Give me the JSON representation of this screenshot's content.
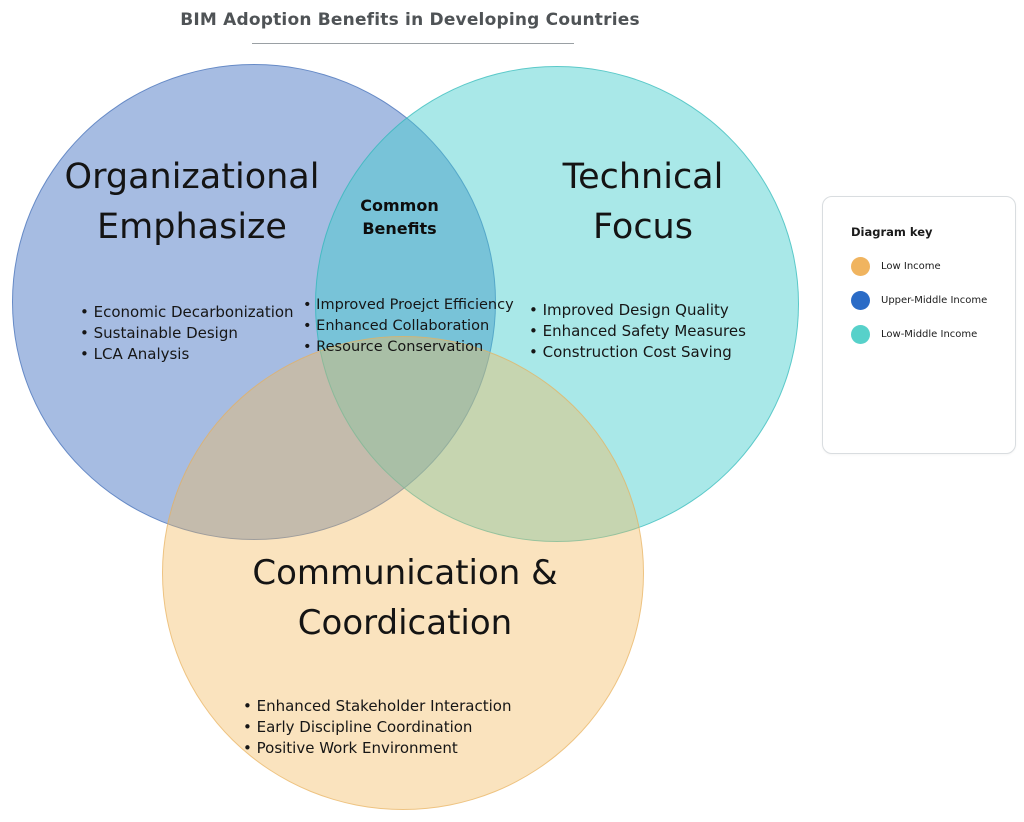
{
  "title": "BIM Adoption Benefits in Developing Countries",
  "venn": {
    "organizational": {
      "title_line1": "Organizational",
      "title_line2": "Emphasize",
      "items": [
        "Economic Decarbonization",
        "Sustainable Design",
        "LCA Analysis"
      ]
    },
    "technical": {
      "title_line1": "Technical",
      "title_line2": "Focus",
      "items": [
        "Improved Design Quality",
        "Enhanced Safety Measures",
        "Construction Cost Saving"
      ]
    },
    "communication": {
      "title_line1": "Communication &",
      "title_line2": "Coordication",
      "items": [
        "Enhanced Stakeholder Interaction",
        "Early Discipline Coordination",
        "Positive Work Environment"
      ]
    },
    "common": {
      "title_line1": "Common",
      "title_line2": "Benefits",
      "items": [
        "Improved Proejct Efficiency",
        "Enhanced Collaboration",
        "Resource Conservation"
      ]
    }
  },
  "legend": {
    "title": "Diagram key",
    "items": [
      {
        "label": "Low Income",
        "color": "#f0b45f"
      },
      {
        "label": "Upper-Middle Income",
        "color": "#2a6bc6"
      },
      {
        "label": "Low-Middle Income",
        "color": "#57d1ca"
      }
    ]
  },
  "colors": {
    "circle_blue": "#5c85cb",
    "circle_teal": "#40cdcd",
    "circle_orange": "#f2ba5c",
    "title_text": "#4f5356"
  }
}
